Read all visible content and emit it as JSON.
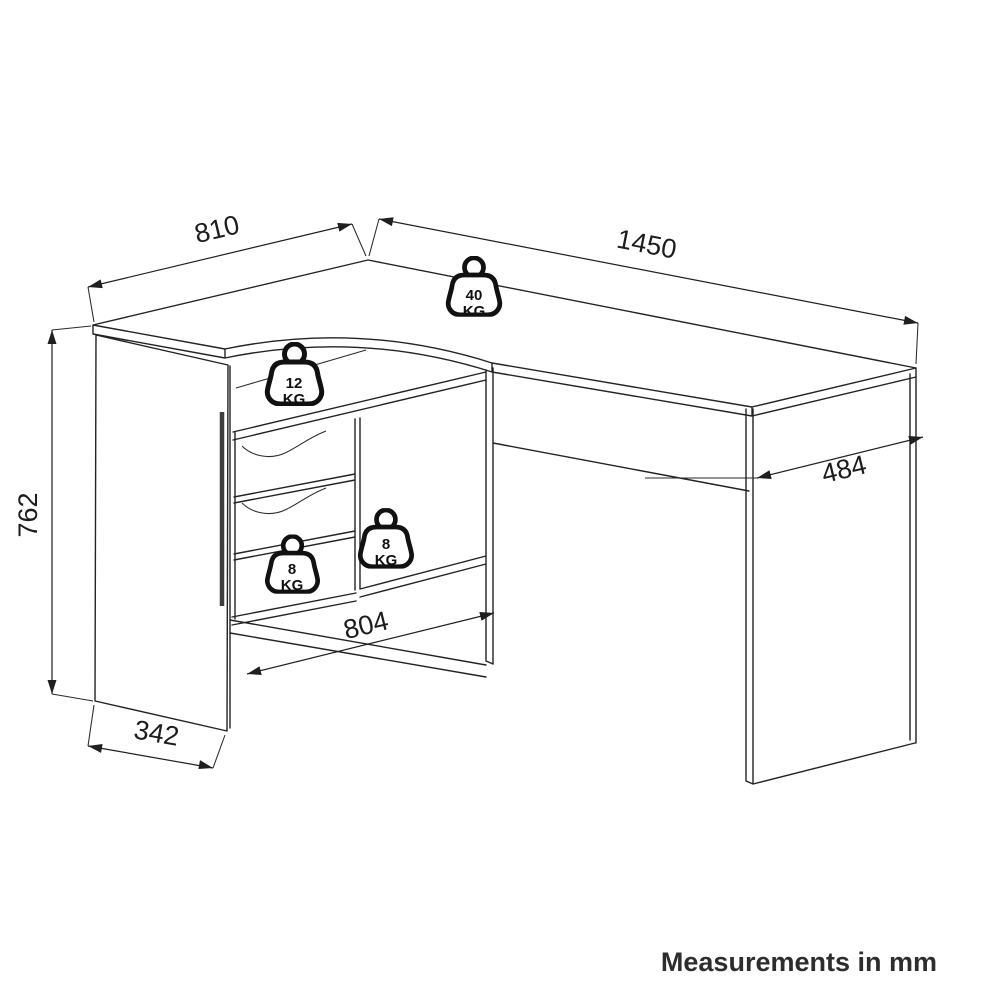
{
  "footer": {
    "note": "Measurements in mm"
  },
  "diagram": {
    "subject": "corner-desk-dimension-diagram",
    "units": "mm",
    "dimensions": {
      "left_depth": {
        "value": "810"
      },
      "width": {
        "value": "1450"
      },
      "height": {
        "value": "762"
      },
      "right_depth": {
        "value": "484"
      },
      "inner_width": {
        "value": "804"
      },
      "left_panel_depth": {
        "value": "342"
      }
    },
    "weights": {
      "desktop": {
        "value": "40",
        "unit": "KG"
      },
      "top_shelf": {
        "value": "12",
        "unit": "KG"
      },
      "left_shelf": {
        "value": "8",
        "unit": "KG"
      },
      "middle_shelf": {
        "value": "8",
        "unit": "KG"
      }
    }
  }
}
